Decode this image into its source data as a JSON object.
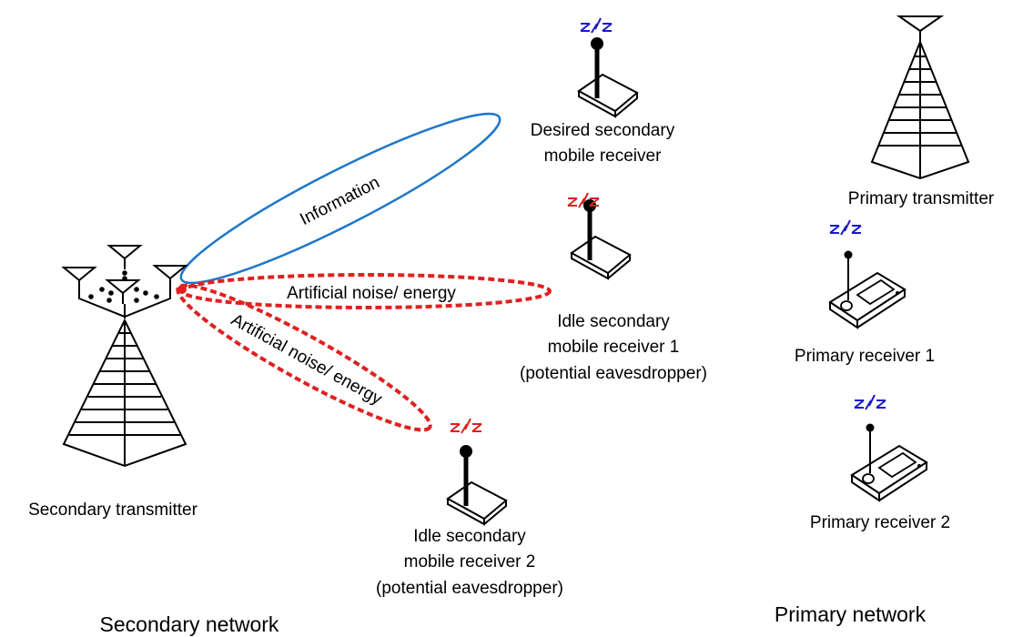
{
  "secondary_transmitter": {
    "label": "Secondary transmitter"
  },
  "primary_transmitter": {
    "label": "Primary transmitter"
  },
  "desired_receiver": {
    "line1": "Desired secondary",
    "line2": "mobile receiver"
  },
  "idle_receiver_1": {
    "line1": "Idle secondary",
    "line2": "mobile receiver 1",
    "line3": "(potential eavesdropper)"
  },
  "idle_receiver_2": {
    "line1": "Idle secondary",
    "line2": "mobile receiver 2",
    "line3": "(potential eavesdropper)"
  },
  "primary_receiver_1": {
    "label": "Primary receiver 1"
  },
  "primary_receiver_2": {
    "label": "Primary receiver 2"
  },
  "beams": {
    "information": "Information",
    "noise_1": "Artificial noise/ energy",
    "noise_2": "Artificial noise/ energy"
  },
  "networks": {
    "secondary": "Secondary network",
    "primary": "Primary network"
  },
  "colors": {
    "information_beam": "#1f77c8",
    "noise_beam": "#e02020",
    "signal_blue": "#1a1acc",
    "signal_red": "#e02020"
  }
}
